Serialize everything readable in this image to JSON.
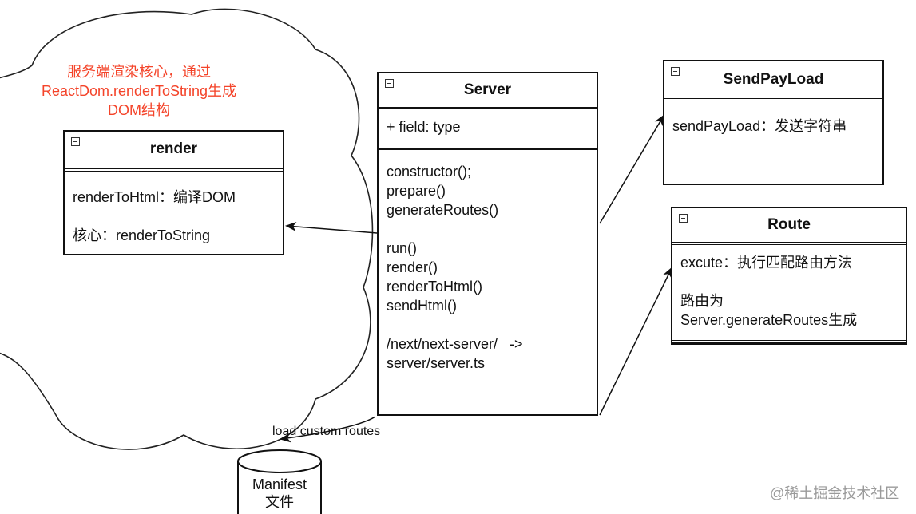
{
  "cloud_note": {
    "lines": [
      "服务端渲染核心，通过",
      "ReactDom.renderToString生成",
      "DOM结构"
    ]
  },
  "render_box": {
    "title": "render",
    "lines": [
      "renderToHtml：编译DOM",
      "",
      "核心：renderToString"
    ]
  },
  "server_box": {
    "title": "Server",
    "fields": [
      "+ field: type"
    ],
    "methods": [
      "constructor();",
      "prepare()",
      "generateRoutes()",
      "",
      "run()",
      "render()",
      "renderToHtml()",
      "sendHtml()",
      "",
      "/next/next-server/   ->",
      "server/server.ts"
    ]
  },
  "sendpayload_box": {
    "title": "SendPayLoad",
    "lines": [
      "sendPayLoad：发送字符串"
    ]
  },
  "route_box": {
    "title": "Route",
    "lines": [
      "excute：执行匹配路由方法",
      "",
      "路由为",
      "Server.generateRoutes生成"
    ]
  },
  "manifest": {
    "lines": [
      "Manifest",
      "文件"
    ]
  },
  "arrow_label": "load custom routes",
  "watermark": "@稀土掘金技术社区",
  "colors": {
    "note": "#f4442a",
    "stroke": "#111111",
    "watermark": "#9a9a9a"
  }
}
